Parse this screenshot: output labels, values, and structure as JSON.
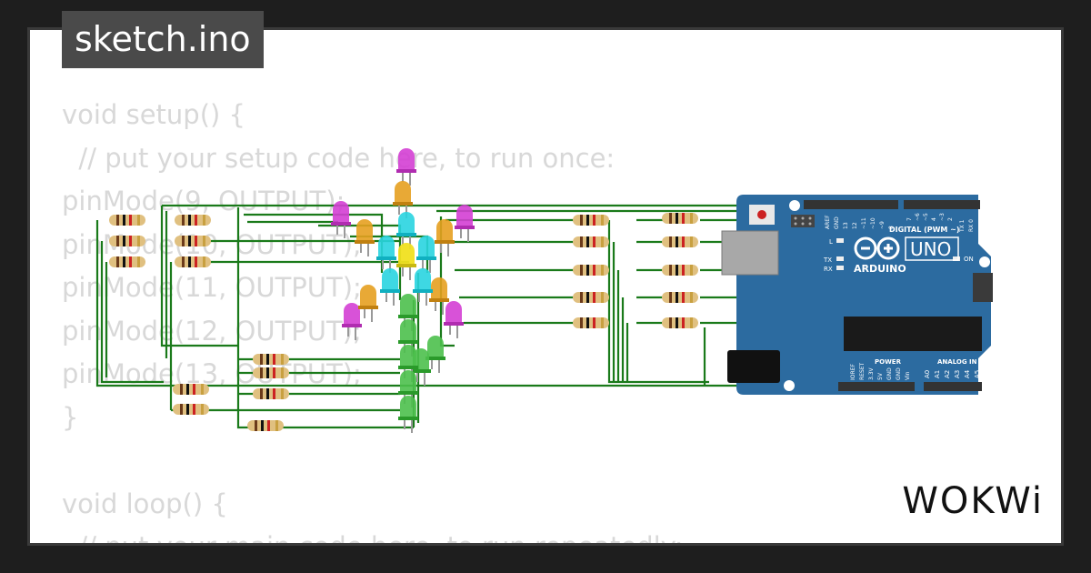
{
  "tab": {
    "title": "sketch.ino"
  },
  "code": {
    "lines": [
      "void setup() {",
      "  // put your setup code here, to run once:",
      "pinMode(9, OUTPUT);",
      "pinMode(10, OUTPUT);",
      "pinMode(11, OUTPUT);",
      "pinMode(12, OUTPUT);",
      "pinMode(13, OUTPUT);",
      "}",
      "",
      "void loop() {",
      "  // put your main code here, to run repeatedly:"
    ]
  },
  "board": {
    "name": "UNO",
    "brand": "ARDUINO",
    "digital_label": "DIGITAL (PWM ~)",
    "power_label": "POWER",
    "analog_label": "ANALOG IN",
    "aref": "AREF",
    "gnd": "GND",
    "pin_13": "13",
    "pin_12": "12",
    "pin_11": "~11",
    "pin_10": "~10",
    "pin_9": "~9",
    "pin_8": "8",
    "pin_7": "7",
    "pin_6": "~6",
    "pin_5": "~5",
    "pin_4": "4",
    "pin_3": "~3",
    "pin_2": "2",
    "pin_tx": "TX 1",
    "pin_rx": "RX 0",
    "led_l": "L",
    "led_tx": "TX",
    "led_rx": "RX",
    "led_on": "ON",
    "power_pins": [
      "IOREF",
      "RESET",
      "3.3V",
      "5V",
      "GND",
      "GND",
      "Vin"
    ],
    "analog_pins": [
      "A0",
      "A1",
      "A2",
      "A3",
      "A4",
      "A5"
    ]
  },
  "brand_logo": "WOKWi",
  "colors": {
    "wire": "#1a7a1a",
    "board": "#2c6ba0",
    "led_magenta": "#d43fd4",
    "led_orange": "#e6a020",
    "led_cyan": "#29d4e0",
    "led_yellow": "#f0e020",
    "led_green": "#4cc04c"
  }
}
